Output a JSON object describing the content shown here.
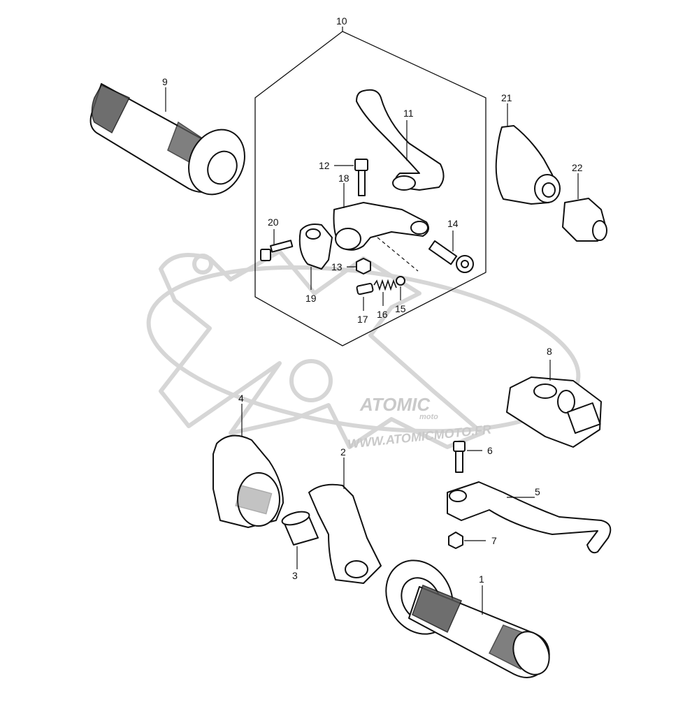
{
  "watermark": {
    "brand": "ATOMIC",
    "sub": "moto",
    "url": "WWW.ATOMICMOTO.FR"
  },
  "callouts": [
    "1",
    "2",
    "3",
    "4",
    "5",
    "6",
    "7",
    "8",
    "9",
    "10",
    "11",
    "12",
    "13",
    "14",
    "15",
    "16",
    "17",
    "18",
    "19",
    "20",
    "21",
    "22"
  ],
  "colors": {
    "line": "#111111",
    "shade": "#555555",
    "watermark": "#d6d6d6"
  }
}
